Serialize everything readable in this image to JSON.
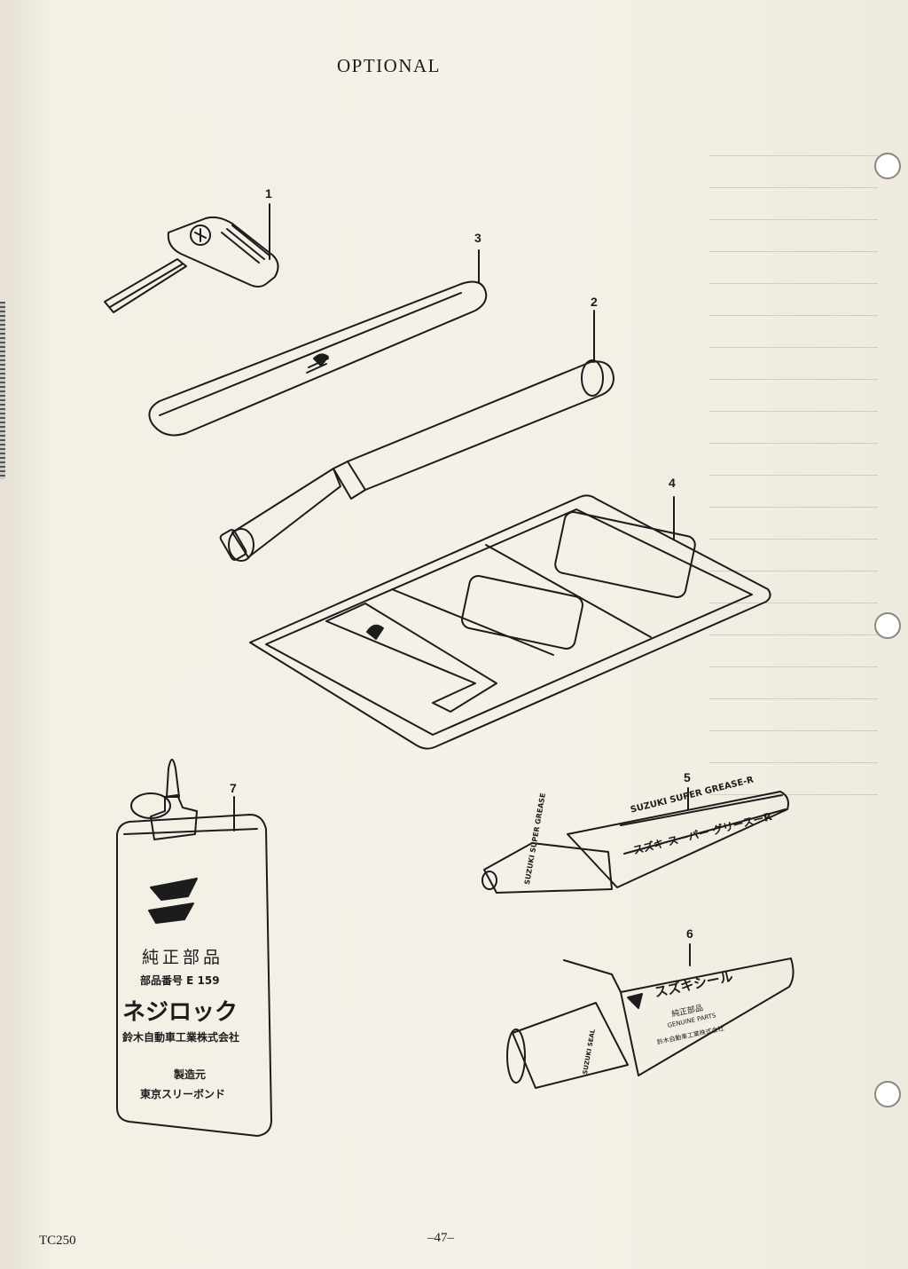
{
  "document": {
    "section_title": "OPTIONAL",
    "model": "TC250",
    "page_number": "–47–"
  },
  "callouts": [
    "1",
    "2",
    "3",
    "4",
    "5",
    "6",
    "7"
  ],
  "oil_can_label": {
    "line1": "純正部品",
    "line2": "部品番号 E 159",
    "line3": "ネジロック",
    "line4": "鈴木自動車工業株式会社",
    "line5": "製造元",
    "line6": "東京スリーボンド"
  },
  "grease_box_label": {
    "brand": "SUZUKI SUPER GREASE-R",
    "jp": "スズキ スーパー グリースーR",
    "tube": "SUZUKI SUPER GREASE"
  },
  "seal_box_label": {
    "jp": "スズキシール",
    "line1": "純正部品",
    "line2": "GENUINE PARTS",
    "line3": "鈴木自動車工業株式会社",
    "tube": "SUZUKI SEAL"
  },
  "colors": {
    "ink": "#1c1c1c",
    "paper": "#f4f1e8"
  }
}
